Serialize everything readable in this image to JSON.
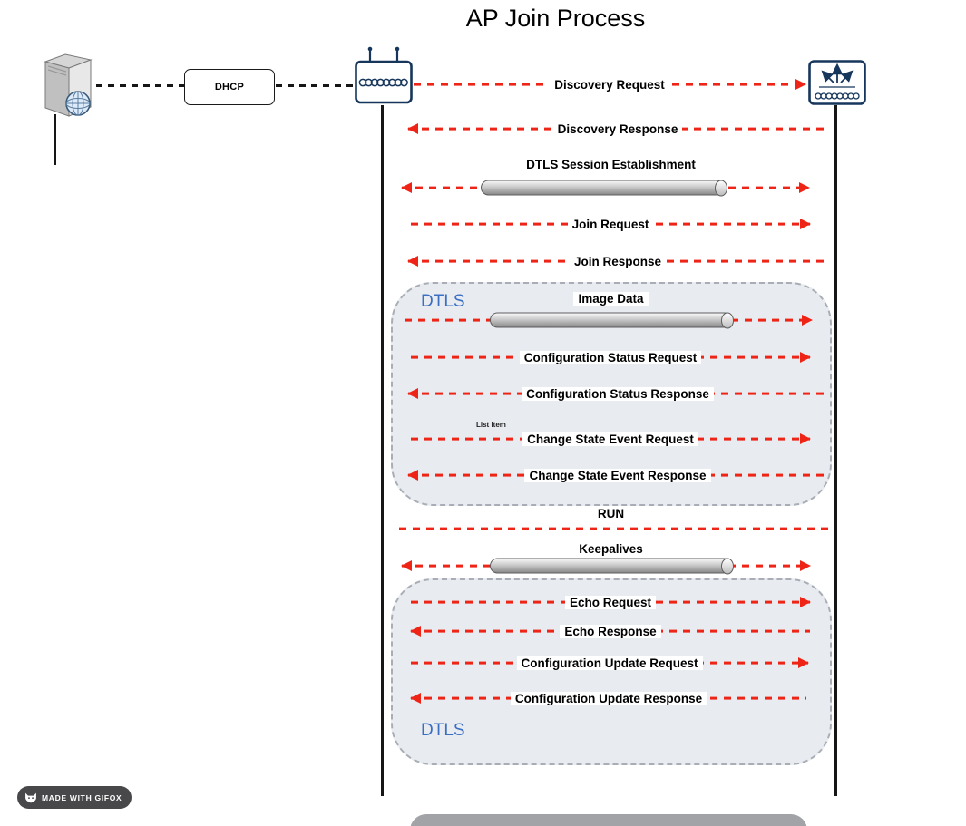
{
  "title": "AP Join Process",
  "topology": {
    "dhcp_label": "DHCP",
    "icons": {
      "server": "dhcp-server-icon",
      "access_point": "access-point-icon",
      "controller": "wireless-controller-icon"
    }
  },
  "messages": [
    {
      "label": "Discovery Request",
      "direction": "right"
    },
    {
      "label": "Discovery Response",
      "direction": "left"
    },
    {
      "label": "DTLS Session Establishment",
      "direction": "both",
      "tunnel": true
    },
    {
      "label": "Join Request",
      "direction": "right"
    },
    {
      "label": "Join Response",
      "direction": "left"
    },
    {
      "label": "Image Data",
      "direction": "right",
      "tunnel": true
    },
    {
      "label": "Configuration Status Request",
      "direction": "right"
    },
    {
      "label": "Configuration Status Response",
      "direction": "left"
    },
    {
      "label": "Change State Event Request",
      "direction": "right"
    },
    {
      "label": "Change State Event Response",
      "direction": "left"
    },
    {
      "label": "RUN",
      "direction": "none"
    },
    {
      "label": "Keepalives",
      "direction": "both",
      "tunnel": true
    },
    {
      "label": "Echo Request",
      "direction": "right"
    },
    {
      "label": "Echo Response",
      "direction": "left"
    },
    {
      "label": "Configuration Update Request",
      "direction": "right"
    },
    {
      "label": "Configuration Update Response",
      "direction": "left"
    }
  ],
  "annotations": {
    "list_item": "List Item"
  },
  "groups": {
    "dtls_top": "DTLS",
    "dtls_bottom": "DTLS"
  },
  "badge": {
    "text": "MADE WITH GIFOX"
  },
  "colors": {
    "arrow_red": "#ee2417",
    "dtls_blue": "#3a6fc4",
    "group_bg": "#e8ebf0",
    "icon_blue": "#16365c",
    "lifeline_black": "#161616"
  }
}
